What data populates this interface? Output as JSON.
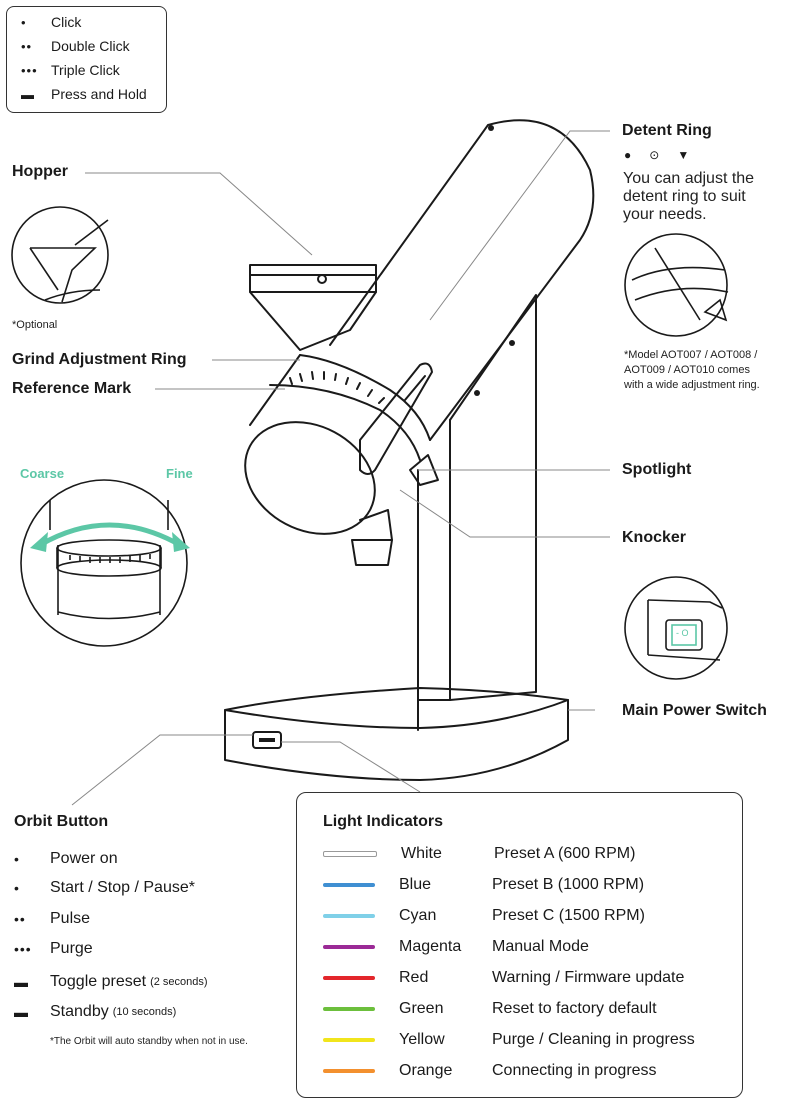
{
  "legend": [
    {
      "glyph": "•",
      "label": "Click"
    },
    {
      "glyph": "••",
      "label": "Double Click"
    },
    {
      "glyph": "•••",
      "label": "Triple Click"
    },
    {
      "glyph": "▬",
      "label": "Press and Hold"
    }
  ],
  "labels": {
    "hopper": "Hopper",
    "optional": "*Optional",
    "grind_ring": "Grind Adjustment Ring",
    "reference_mark": "Reference Mark",
    "coarse": "Coarse",
    "fine": "Fine",
    "detent_ring": "Detent Ring",
    "detent_symbols": [
      "●",
      "⊙",
      "▼"
    ],
    "detent_desc_1": "You can adjust the",
    "detent_desc_2": "detent ring to suit",
    "detent_desc_3": "your needs.",
    "model_note_1": "*Model AOT007 / AOT008 /",
    "model_note_2": "AOT009 / AOT010 comes",
    "model_note_3": "with a wide adjustment ring.",
    "spotlight": "Spotlight",
    "knocker": "Knocker",
    "main_power": "Main Power Switch",
    "switch_text": "- O"
  },
  "orbit": {
    "title": "Orbit Button",
    "items": [
      {
        "glyph": "•",
        "label": "Power on",
        "note": ""
      },
      {
        "glyph": "•",
        "label": "Start / Stop / Pause*",
        "note": ""
      },
      {
        "glyph": "••",
        "label": "Pulse",
        "note": ""
      },
      {
        "glyph": "•••",
        "label": "Purge",
        "note": ""
      },
      {
        "glyph": "▬",
        "label": "Toggle preset",
        "note": "(2 seconds)"
      },
      {
        "glyph": "▬",
        "label": "Standby",
        "note": "(10 seconds)"
      }
    ],
    "footnote": "*The Orbit will auto standby when not in use."
  },
  "lights": {
    "title": "Light Indicators",
    "items": [
      {
        "color_name": "White",
        "hex": "#ffffff",
        "meaning": "Preset A (600 RPM)"
      },
      {
        "color_name": "Blue",
        "hex": "#3f8fd2",
        "meaning": "Preset B (1000 RPM)"
      },
      {
        "color_name": "Cyan",
        "hex": "#7fd0e8",
        "meaning": "Preset C (1500 RPM)"
      },
      {
        "color_name": "Magenta",
        "hex": "#9b2a96",
        "meaning": "Manual Mode"
      },
      {
        "color_name": "Red",
        "hex": "#e3262b",
        "meaning": "Warning / Firmware update"
      },
      {
        "color_name": "Green",
        "hex": "#6cbf3c",
        "meaning": "Reset to factory default"
      },
      {
        "color_name": "Yellow",
        "hex": "#f1e51c",
        "meaning": "Purge / Cleaning in progress"
      },
      {
        "color_name": "Orange",
        "hex": "#f3902e",
        "meaning": "Connecting in progress"
      }
    ]
  },
  "colors": {
    "accent": "#5cc7a6",
    "line": "#1a1a1a",
    "leader": "#888888"
  }
}
